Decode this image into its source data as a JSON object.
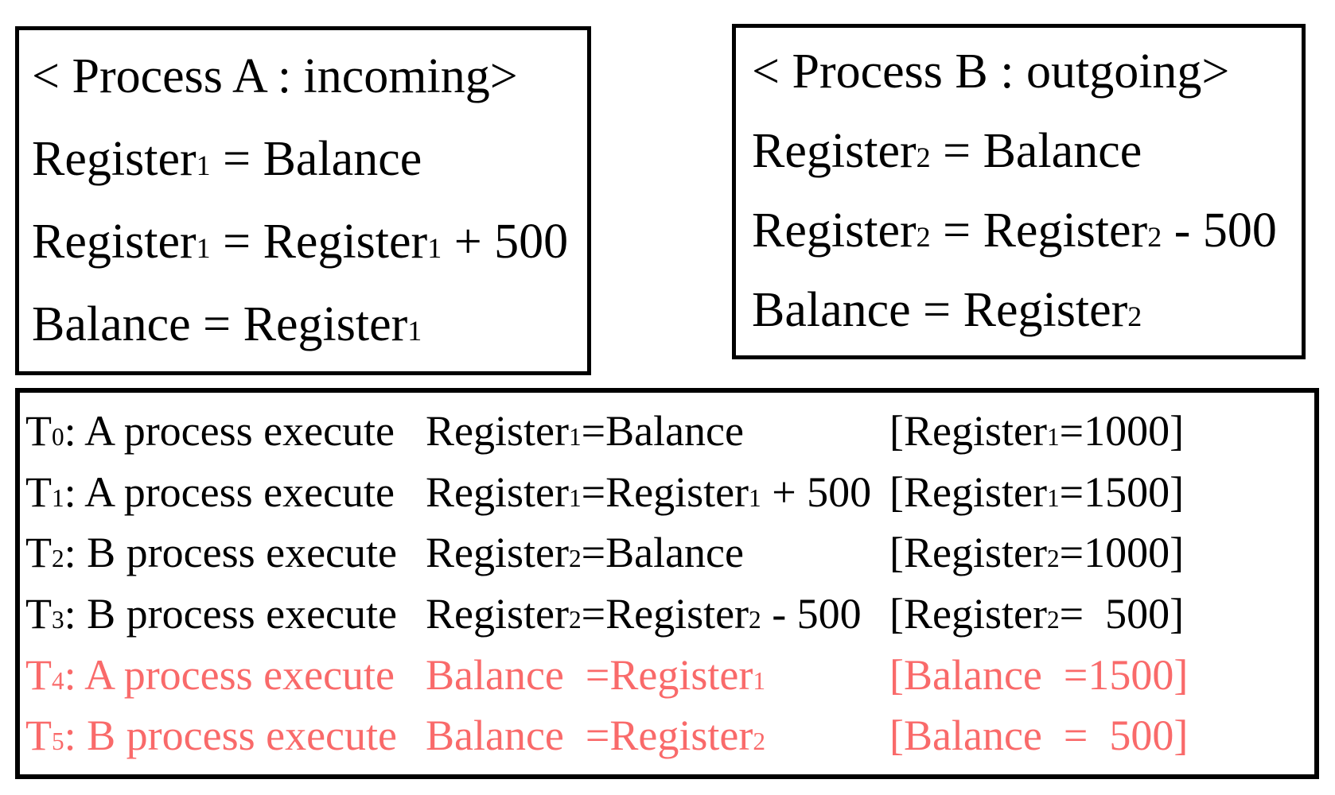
{
  "palette": {
    "background": "#ffffff",
    "text": "#000000",
    "border": "#000000",
    "highlight": "#f96a6a"
  },
  "process_a_box": {
    "title": "< Process A : incoming>",
    "lines": [
      "Register~1~ = Balance",
      "Register~1~ = Register~1~ + 500",
      "Balance = Register~1~"
    ]
  },
  "process_b_box": {
    "title": "< Process B : outgoing>",
    "lines": [
      "Register~2~ = Balance",
      "Register~2~ = Register~2~ - 500",
      "Balance = Register~2~"
    ]
  },
  "timeline_box": {
    "rows": [
      {
        "label": "T~0~: A process execute",
        "operation": "Register~1~=Balance",
        "result": "[Register~1~=1000]",
        "highlight": false
      },
      {
        "label": "T~1~: A process execute",
        "operation": "Register~1~=Register~1~ + 500",
        "result": "[Register~1~=1500]",
        "highlight": false
      },
      {
        "label": "T~2~: B process execute",
        "operation": "Register~2~=Balance",
        "result": "[Register~2~=1000]",
        "highlight": false
      },
      {
        "label": "T~3~: B process execute",
        "operation": "Register~2~=Register~2~ - 500",
        "result": "[Register~2~=  500]",
        "highlight": false
      },
      {
        "label": "T~4~: A process execute",
        "operation": "Balance  =Register~1~",
        "result": "[Balance  =1500]",
        "highlight": true
      },
      {
        "label": "T~5~: B process execute",
        "operation": "Balance  =Register~2~",
        "result": "[Balance  =  500]",
        "highlight": true
      }
    ]
  }
}
